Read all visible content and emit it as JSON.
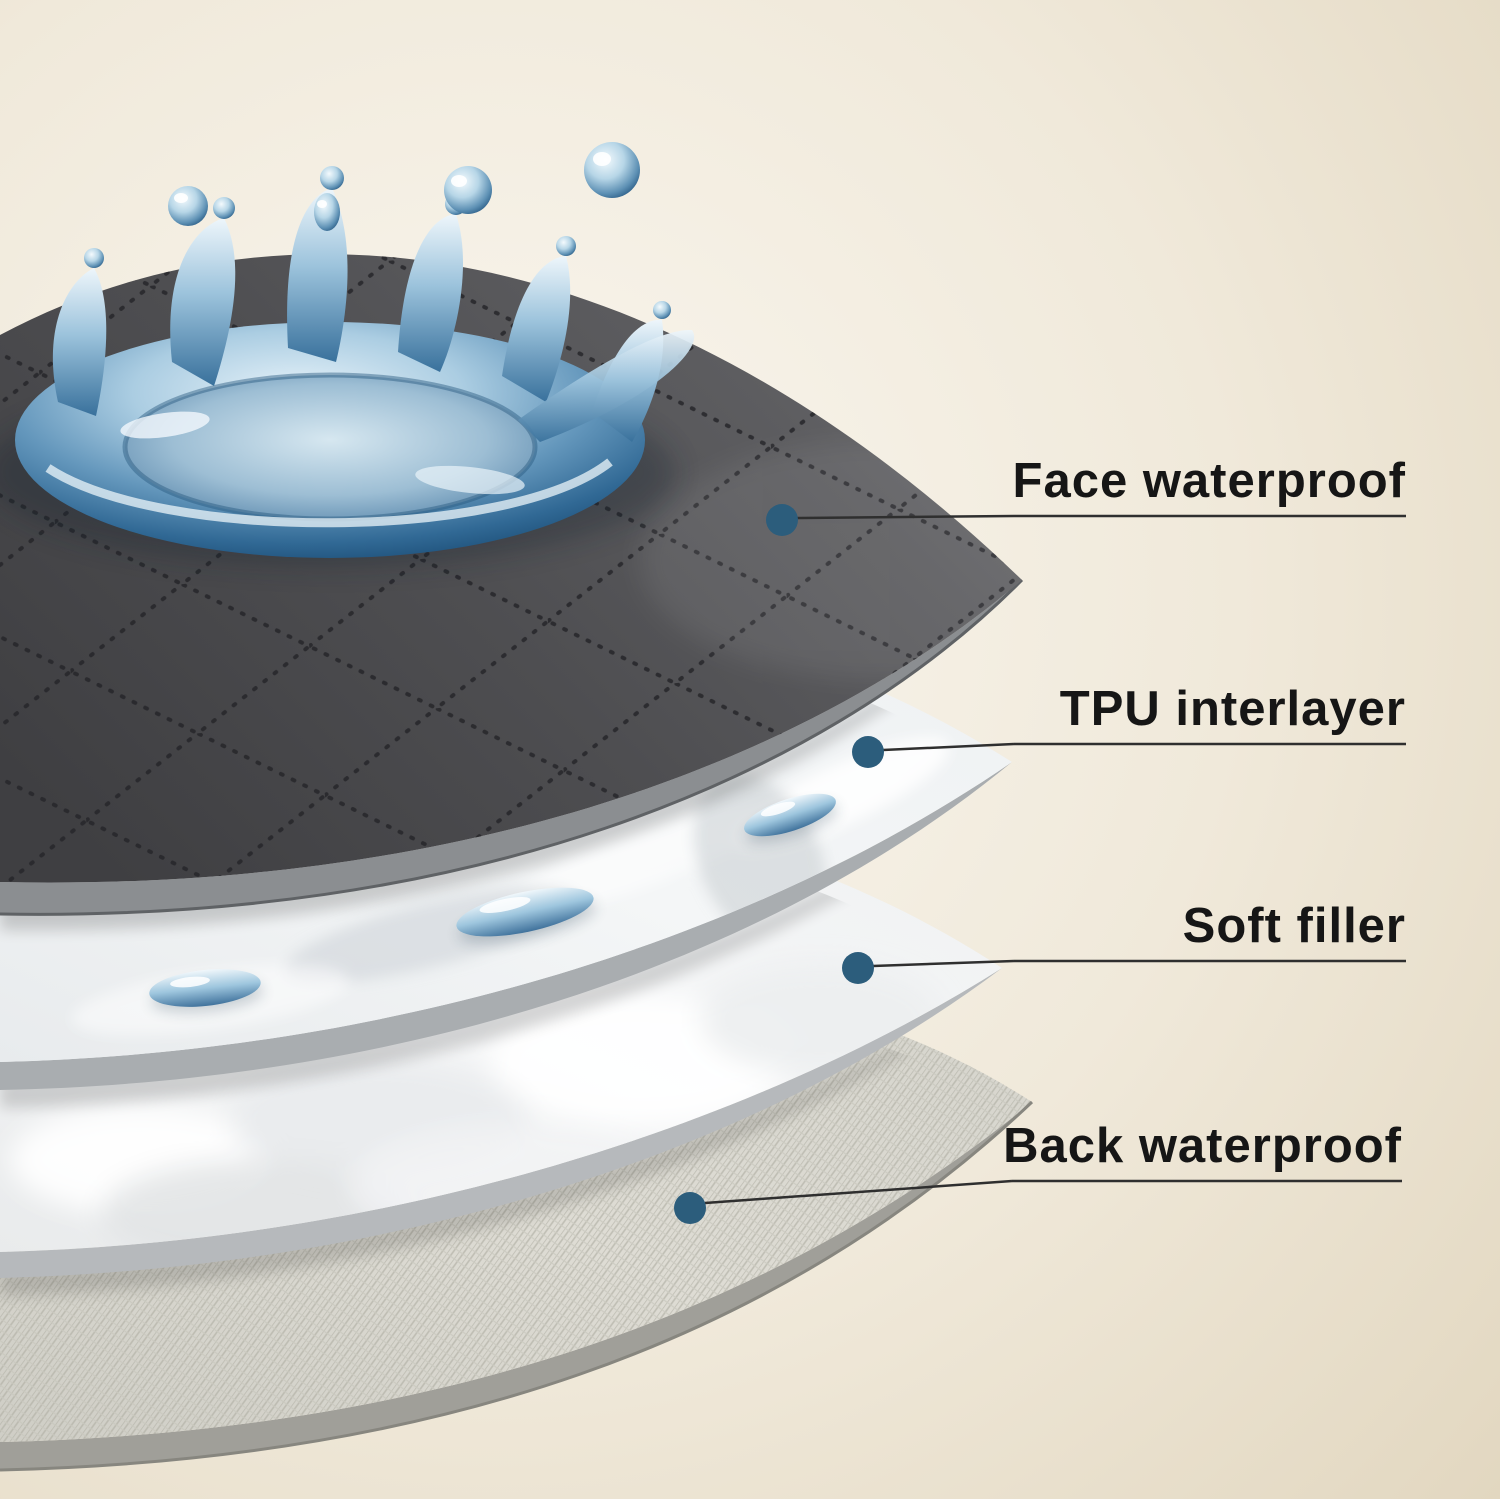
{
  "page": {
    "description": "Layered waterproof fabric construction diagram",
    "background_start": "#faf7f0",
    "background_mid": "#f0e9da",
    "background_end": "#e2d7c0"
  },
  "accent": {
    "dot_color": "#2c5d7c",
    "line_color": "#2f2f2f",
    "text_color": "#161616"
  },
  "callouts": [
    {
      "label": "Face waterproof"
    },
    {
      "label": "TPU interlayer"
    },
    {
      "label": "Soft filler"
    },
    {
      "label": "Back waterproof"
    }
  ],
  "layers": [
    {
      "name": "face-waterproof",
      "appearance": "dark gray quilted waterproof fabric with water crown splash",
      "color": "#4c4c4e"
    },
    {
      "name": "tpu-interlayer",
      "appearance": "glossy white TPU film with beaded water drops",
      "color": "#edf0f2"
    },
    {
      "name": "soft-filler",
      "appearance": "soft white cotton filler",
      "color": "#f5f6f7"
    },
    {
      "name": "back-waterproof",
      "appearance": "woven light gray waterproof backing",
      "color": "#d9d8d1"
    }
  ],
  "decorations": {
    "splash": "water crown splash",
    "airborne_droplets": 4,
    "surface_droplets": 3
  }
}
